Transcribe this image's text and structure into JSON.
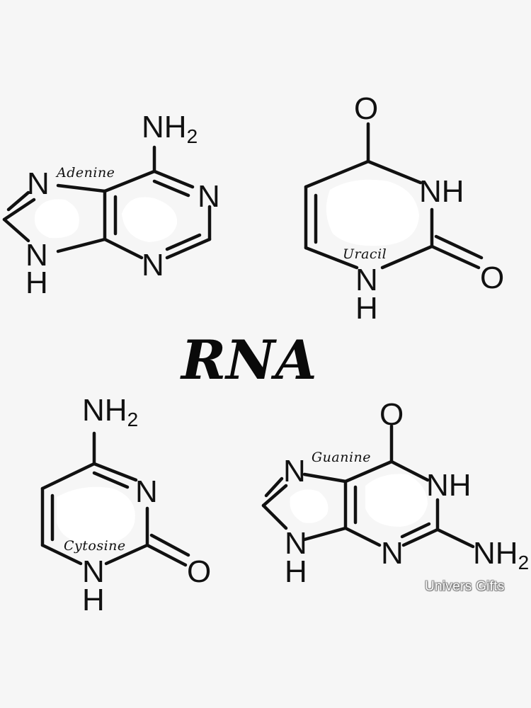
{
  "title": "RNA",
  "watermark": "Univers Gifts",
  "molecules": {
    "adenine": {
      "name": "Adenine",
      "amino": "NH",
      "amino_sub": "2",
      "n_imidazole": "N",
      "n_ring_right": "N",
      "n_ring_bottom": "N",
      "nh_n": "N",
      "nh_h": "H"
    },
    "uracil": {
      "name": "Uracil",
      "oxygen_top": "O",
      "nh_right": "NH",
      "oxygen_right": "O",
      "nh_n": "N",
      "nh_h": "H"
    },
    "cytosine": {
      "name": "Cytosine",
      "amino": "NH",
      "amino_sub": "2",
      "n_ring_right": "N",
      "oxygen_right": "O",
      "nh_n": "N",
      "nh_h": "H"
    },
    "guanine": {
      "name": "Guanine",
      "oxygen_top": "O",
      "n_imidazole": "N",
      "nh_right": "NH",
      "nh_n": "N",
      "nh_h": "H",
      "n_ring_bottom": "N",
      "amino": "NH",
      "amino_sub": "2"
    }
  }
}
